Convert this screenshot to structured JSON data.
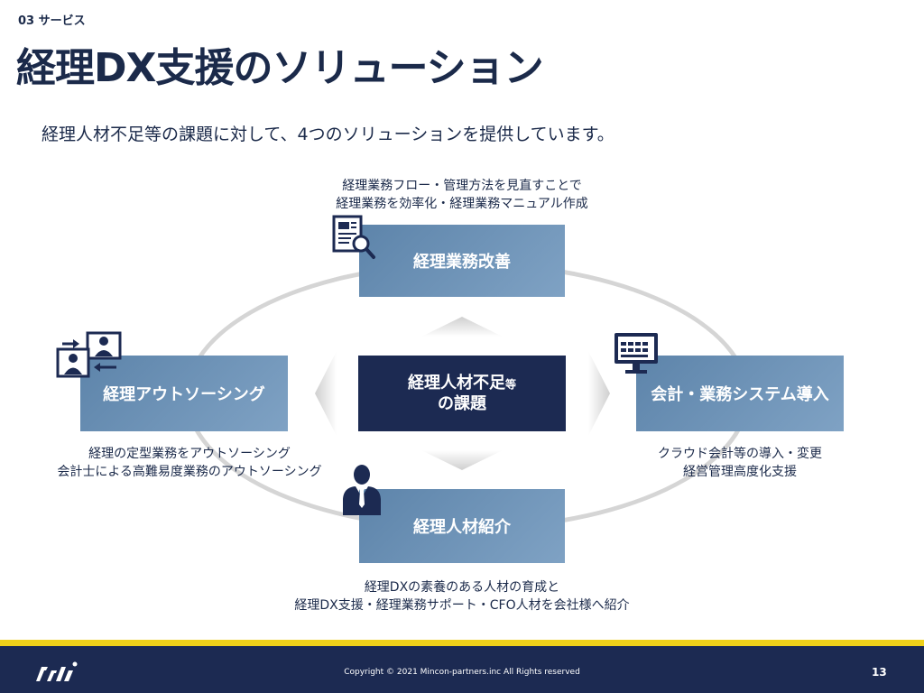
{
  "header": {
    "section": "03 サービス",
    "title": "経理DX支援のソリューション",
    "subtitle": "経理人材不足等の課題に対して、4つのソリューションを提供しています。"
  },
  "center": {
    "line1": "経理人材不足",
    "line1_small": "等",
    "line2": "の課題"
  },
  "solutions": {
    "top": {
      "label": "経理業務改善",
      "icon": "document-search-icon",
      "desc": [
        "経理業務フロー・管理方法を見直すことで",
        "経理業務を効率化・経理業務マニュアル作成"
      ]
    },
    "left": {
      "label": "経理アウトソーシング",
      "icon": "remote-meeting-icon",
      "desc": [
        "経理の定型業務をアウトソーシング",
        "会計士による高難易度業務のアウトソーシング"
      ]
    },
    "right": {
      "label": "会計・業務システム導入",
      "icon": "monitor-icon",
      "desc": [
        "クラウド会計等の導入・変更",
        "経営管理高度化支援"
      ]
    },
    "bottom": {
      "label": "経理人材紹介",
      "icon": "businessman-icon",
      "desc": [
        "経理DXの素養のある人材の育成と",
        "経理DX支援・経理業務サポート・CFO人材を会社様へ紹介"
      ]
    }
  },
  "footer": {
    "copyright": "Copyright © 2021 Mincon-partners.inc All Rights reserved",
    "page_number": "13",
    "accent": "#efd11a",
    "background": "#1c2a52"
  }
}
